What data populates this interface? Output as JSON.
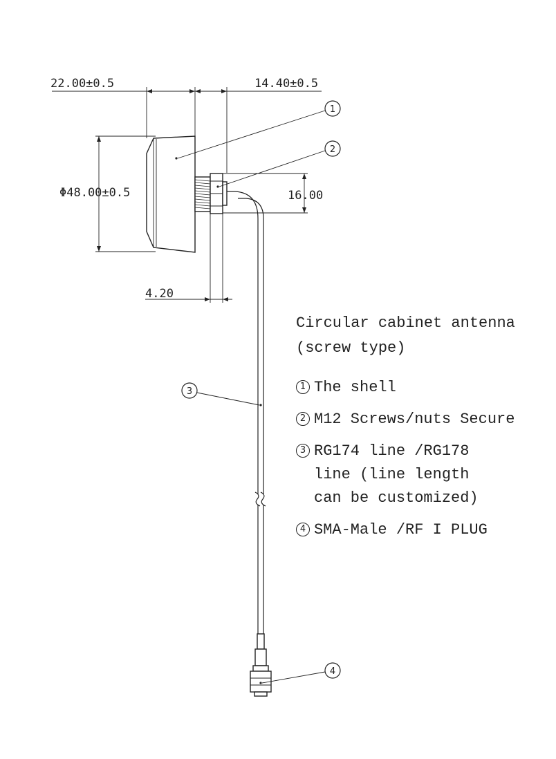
{
  "dimensions": {
    "shell_depth": "22.00±0.5",
    "thread_length": "14.40±0.5",
    "diameter": "Φ48.00±0.5",
    "cable_height": "16.00",
    "nut_offset": "4.20"
  },
  "callouts": [
    "1",
    "2",
    "3",
    "4"
  ],
  "legend": {
    "title": "Circular cabinet antenna\n(screw type)",
    "items": [
      {
        "num": "1",
        "text": "The shell"
      },
      {
        "num": "2",
        "text": "M12 Screws/nuts Secure"
      },
      {
        "num": "3",
        "text": "RG174 line /RG178\nline (line length\ncan be customized)"
      },
      {
        "num": "4",
        "text": "SMA-Male /RF I PLUG"
      }
    ]
  }
}
